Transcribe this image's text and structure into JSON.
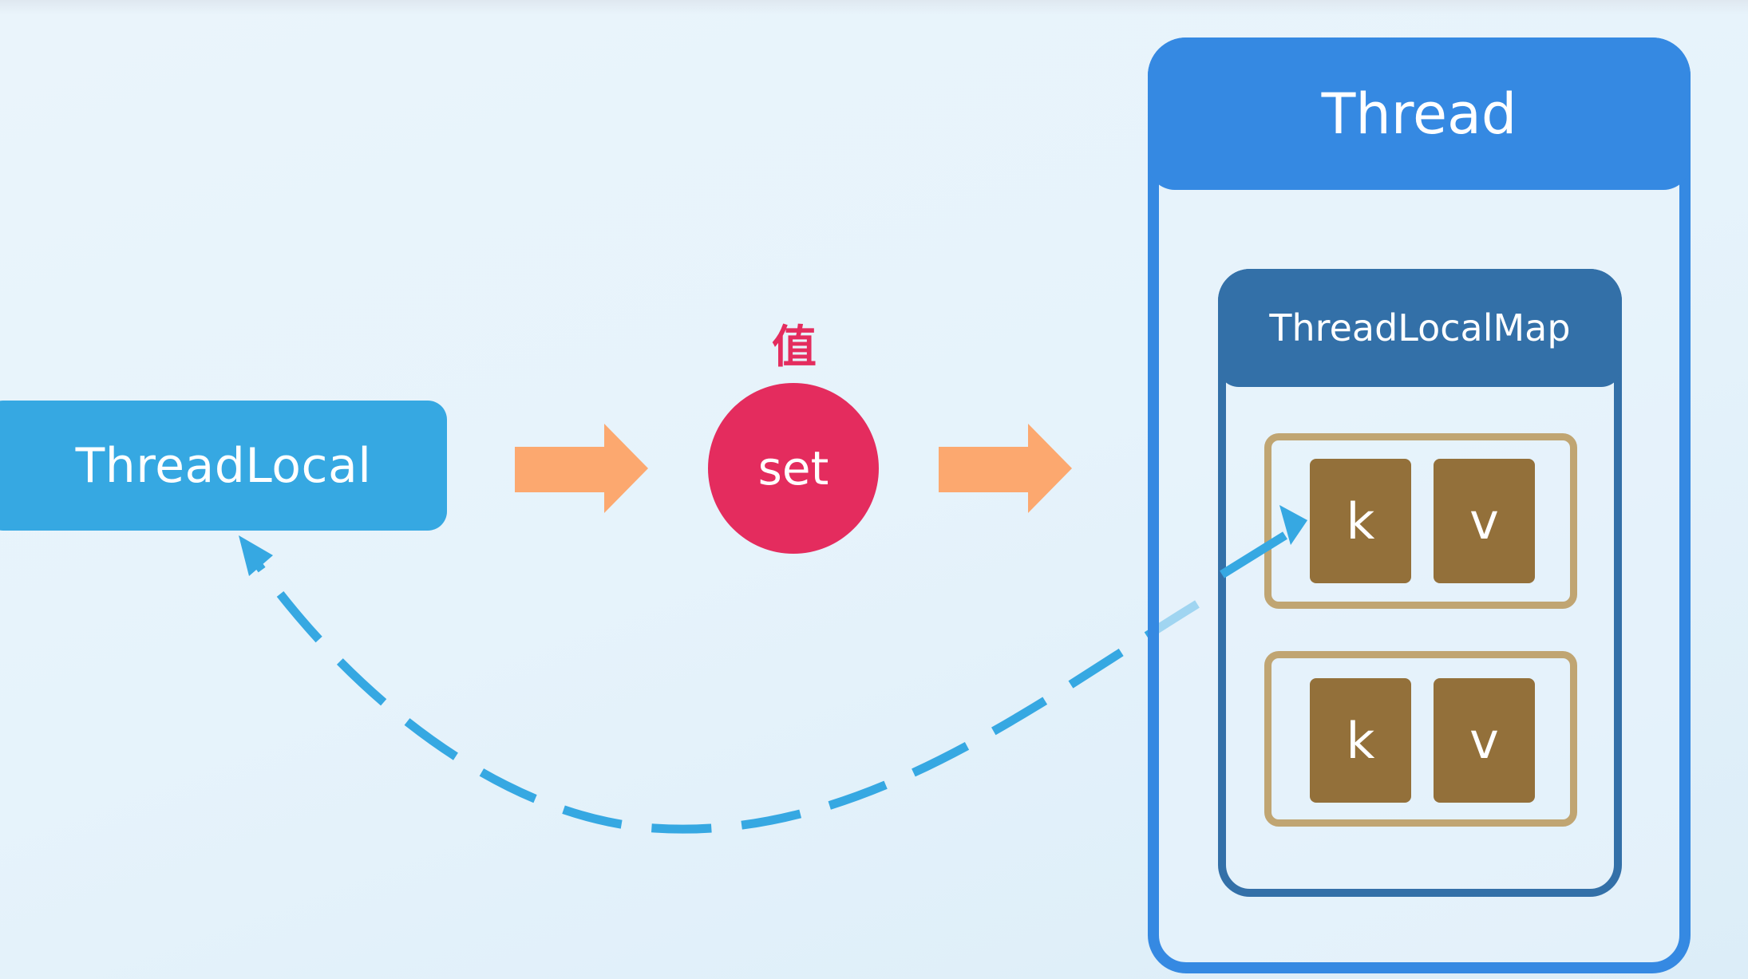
{
  "diagram": {
    "thread_local": {
      "label": "ThreadLocal"
    },
    "value_label": "值",
    "set_node": {
      "label": "set"
    },
    "thread": {
      "title": "Thread",
      "map": {
        "title": "ThreadLocalMap",
        "entries": [
          {
            "key": "k",
            "value": "v"
          },
          {
            "key": "k",
            "value": "v"
          }
        ]
      }
    },
    "edges": [
      {
        "from": "ThreadLocal",
        "to": "set",
        "style": "solid-block-arrow"
      },
      {
        "from": "set",
        "to": "Thread",
        "style": "solid-block-arrow"
      },
      {
        "from": "ThreadLocalMap.entries.0.key",
        "to": "ThreadLocal",
        "style": "dashed-curved-arrow"
      }
    ]
  },
  "colors": {
    "thread_local": "#36a8e2",
    "set_node": "#e42c5e",
    "block_arrow": "#fca86f",
    "thread": "#3589e2",
    "thread_local_map": "#3370a8",
    "entry_border": "#c0a572",
    "entry_cell": "#93703a",
    "reference_arrow": "#36a8e2"
  }
}
